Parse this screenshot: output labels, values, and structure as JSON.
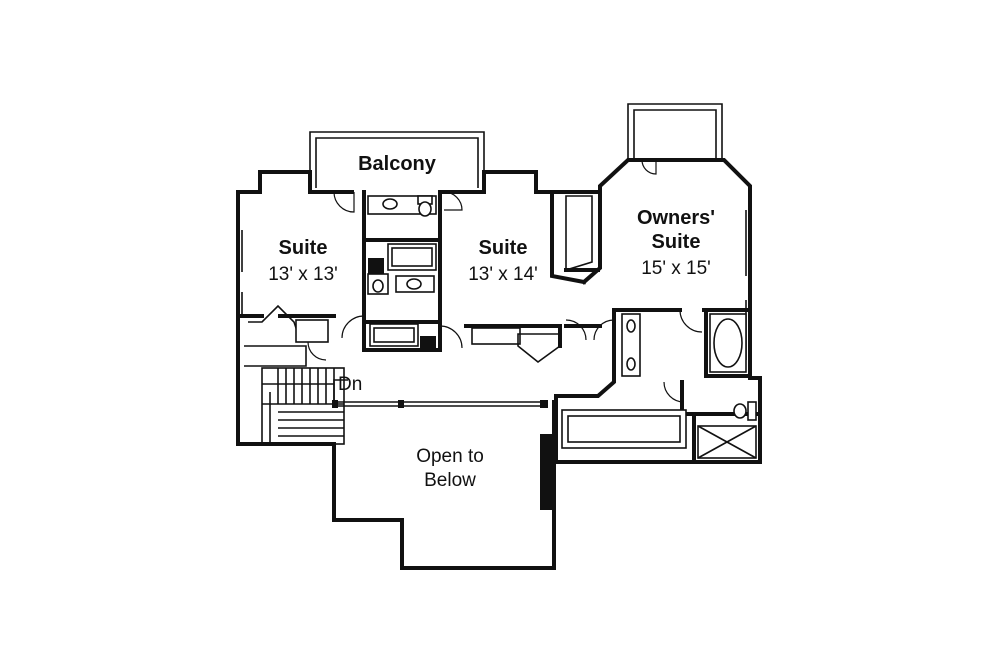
{
  "rooms": {
    "balcony": {
      "name": "Balcony"
    },
    "suite_left": {
      "name": "Suite",
      "size": "13' x 13'"
    },
    "suite_mid": {
      "name": "Suite",
      "size": "13' x 14'"
    },
    "owners_suite": {
      "name_line1": "Owners'",
      "name_line2": "Suite",
      "size": "15' x 15'"
    },
    "open_below": {
      "line1": "Open to",
      "line2": "Below"
    }
  },
  "stairs": {
    "label": "Dn"
  },
  "colors": {
    "ink": "#111111",
    "paper": "#ffffff"
  }
}
